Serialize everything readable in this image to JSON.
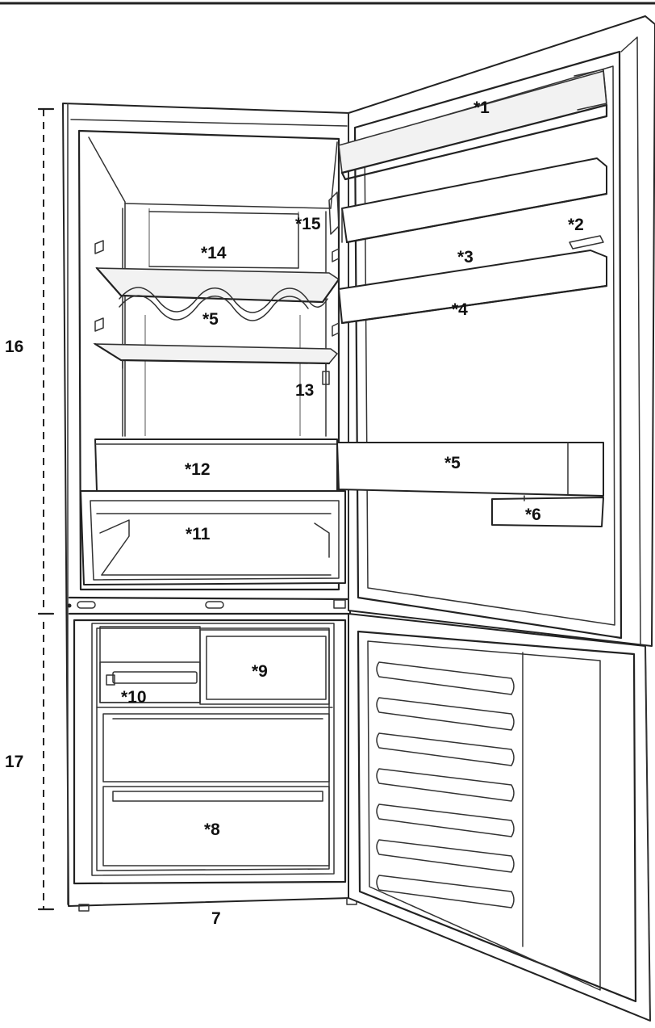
{
  "labels": {
    "l1": "*1",
    "l2": "*2",
    "l3": "*3",
    "l4": "*4",
    "l5_door": "*5",
    "l5_shelf": "*5",
    "l6": "*6",
    "l7": "7",
    "l8": "*8",
    "l9": "*9",
    "l10": "*10",
    "l11": "*11",
    "l12": "*12",
    "l13": "13",
    "l14": "*14",
    "l15": "*15",
    "l16": "16",
    "l17": "17"
  }
}
